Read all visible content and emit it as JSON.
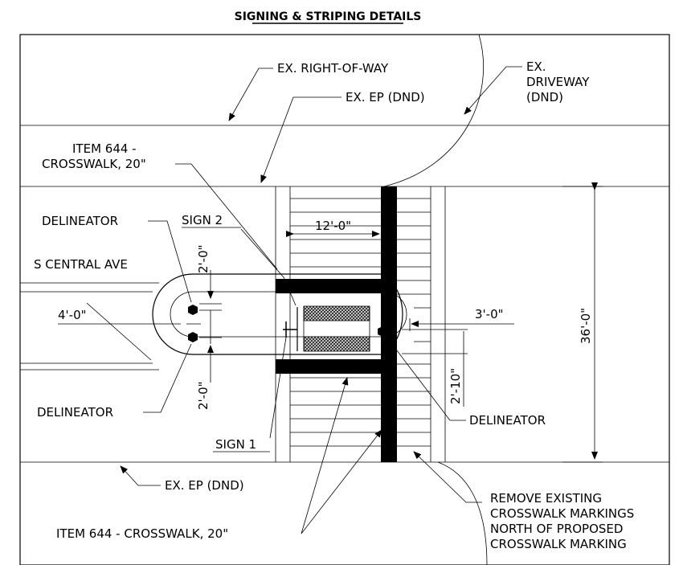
{
  "title": "SIGNING & STRIPING DETAILS",
  "labels": {
    "ex_right_of_way": "EX. RIGHT-OF-WAY",
    "ex_ep_top": "EX. EP (DND)",
    "ex_driveway_1": "EX.",
    "ex_driveway_2": "DRIVEWAY",
    "ex_driveway_3": "(DND)",
    "item644_top_1": "ITEM 644 -",
    "item644_top_2": "CROSSWALK, 20\"",
    "delineator_top": "DELINEATOR",
    "sign2": "SIGN 2",
    "street_name": "S CENTRAL AVE",
    "delineator_bottom": "DELINEATOR",
    "sign1": "SIGN 1",
    "delineator_right": "DELINEATOR",
    "ex_ep_bottom": "EX. EP (DND)",
    "item644_bottom": "ITEM 644 - CROSSWALK, 20\"",
    "remove_1": "REMOVE EXISTING",
    "remove_2": "CROSSWALK MARKINGS",
    "remove_3": "NORTH OF PROPOSED",
    "remove_4": "CROSSWALK MARKING"
  },
  "dimensions": {
    "d_12ft": "12'-0\"",
    "d_2ft_top": "2'-0\"",
    "d_4ft": "4'-0\"",
    "d_2ft_bottom": "2'-0\"",
    "d_3ft": "3'-0\"",
    "d_2ft10": "2'-10\"",
    "d_36ft": "36'-0\""
  },
  "colors": {
    "line": "#000000",
    "background": "#ffffff",
    "hatch": "#6b6b6b"
  }
}
